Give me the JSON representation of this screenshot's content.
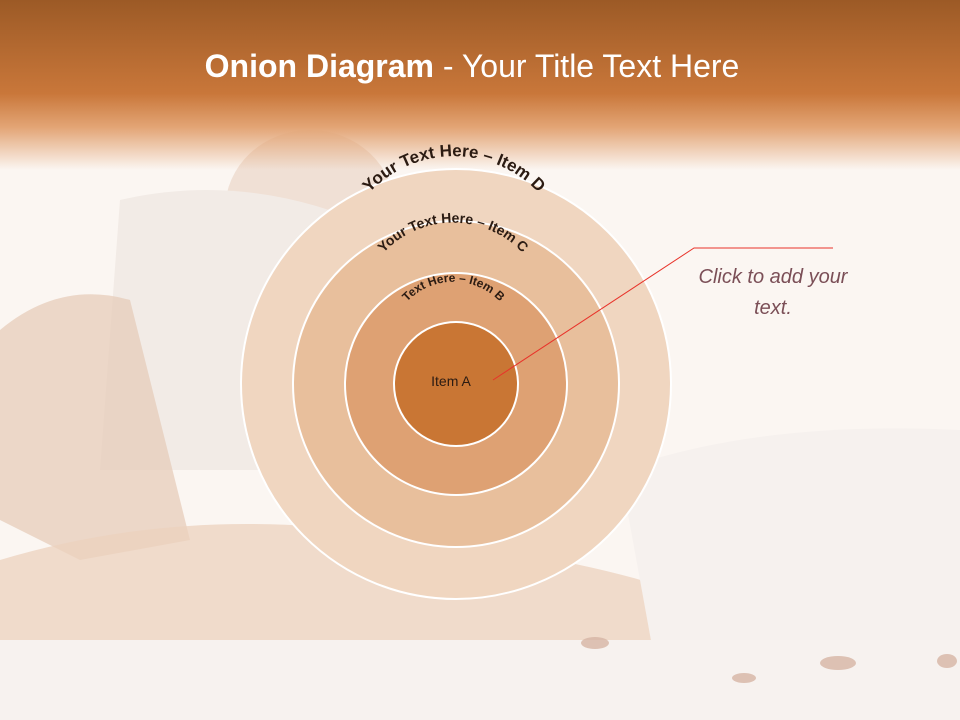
{
  "title": {
    "bold": "Onion Diagram",
    "rest": " - Your Title Text Here"
  },
  "diagram": {
    "rings": [
      {
        "label": "Your Text Here – Item D",
        "color": "#f0d6c0"
      },
      {
        "label": "Your Text Here – Item C",
        "color": "#e8bf9c"
      },
      {
        "label": "Text Here – Item B",
        "color": "#dea173"
      },
      {
        "label": "Item A",
        "color": "#c97634"
      }
    ]
  },
  "callout": {
    "text": "Click  to add your text.",
    "line_color": "#e8332a"
  },
  "colors": {
    "header": "#c9773a",
    "ring_stroke": "#ffffff",
    "ring_text": "#2b1b12"
  }
}
